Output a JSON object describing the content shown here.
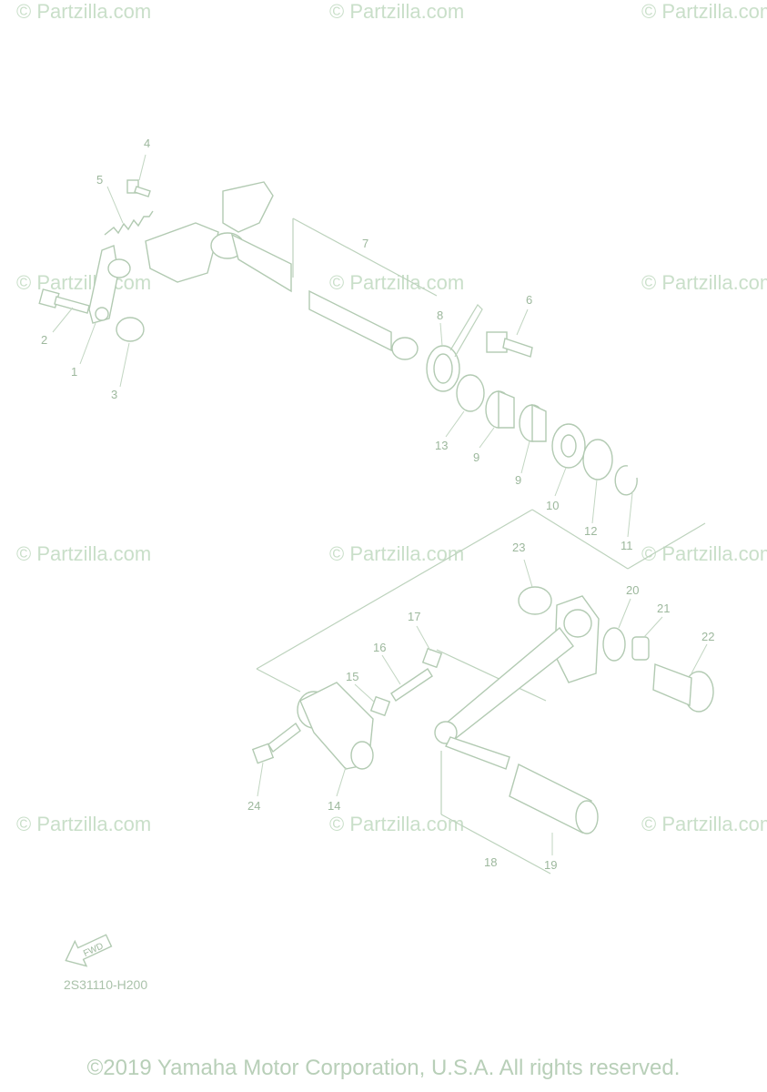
{
  "watermark": "© Partzilla.com",
  "copyright": "©2019 Yamaha Motor Corporation, U.S.A. All rights reserved.",
  "drawing_code": "2S31110-H200",
  "fwd_label": "FWD",
  "callouts": {
    "n1": "1",
    "n2": "2",
    "n3": "3",
    "n4": "4",
    "n5": "5",
    "n6": "6",
    "n7": "7",
    "n8": "8",
    "n9a": "9",
    "n9b": "9",
    "n10": "10",
    "n11": "11",
    "n12": "12",
    "n13": "13",
    "n14": "14",
    "n15": "15",
    "n16": "16",
    "n17": "17",
    "n18": "18",
    "n19": "19",
    "n20": "20",
    "n21": "21",
    "n22": "22",
    "n23": "23",
    "n24": "24"
  }
}
